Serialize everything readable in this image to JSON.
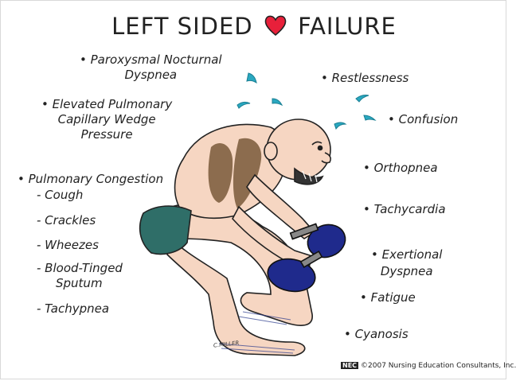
{
  "title_left": "LEFT SIDED",
  "title_right": "FAILURE",
  "heart_icon": "heart-icon",
  "colors": {
    "heart": "#e8203a",
    "sweat": "#2aa8c0",
    "shorts": "#2f6e68",
    "dumbbell": "#1f2a8c",
    "skin": "#f6d6c2",
    "hair": "#7a5a3a"
  },
  "symptoms_left": {
    "pnd": [
      "• Paroxysmal Nocturnal",
      "Dyspnea"
    ],
    "pcwp": [
      "• Elevated Pulmonary",
      "Capillary Wedge",
      "Pressure"
    ],
    "congestion": "• Pulmonary Congestion",
    "sub": [
      "- Cough",
      "- Crackles",
      "- Wheezes",
      "- Blood-Tinged",
      "Sputum",
      "- Tachypnea"
    ]
  },
  "symptoms_right": {
    "restlessness": "• Restlessness",
    "confusion": "• Confusion",
    "orthopnea": "• Orthopnea",
    "tachycardia": "• Tachycardia",
    "exertional": [
      "• Exertional",
      "Dyspnea"
    ],
    "fatigue": "• Fatigue",
    "cyanosis": "• Cyanosis"
  },
  "signature": "C.MILLER",
  "copyright_logo": "NEC",
  "copyright": "©2007 Nursing Education Consultants, Inc."
}
